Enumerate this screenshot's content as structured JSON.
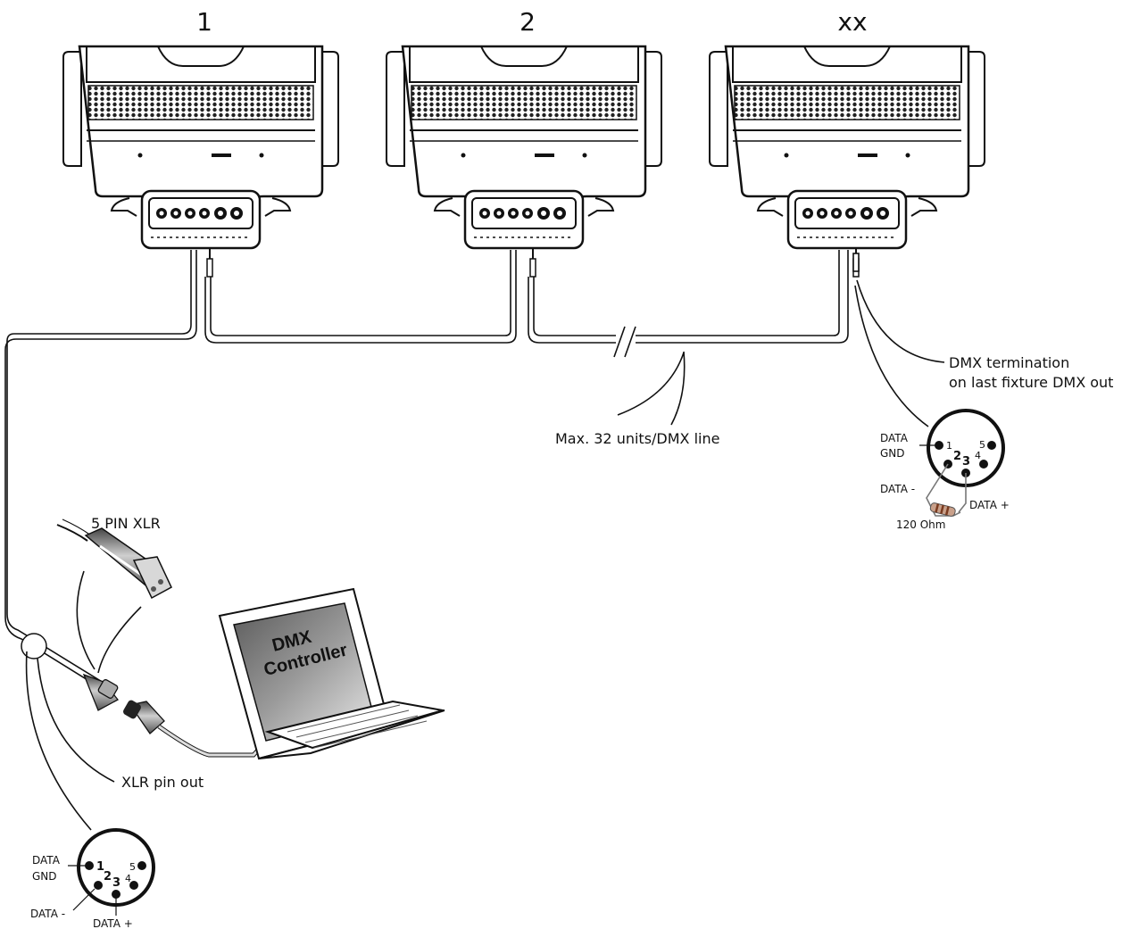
{
  "fixtures": [
    {
      "number": "1"
    },
    {
      "number": "2"
    },
    {
      "number": "xx"
    }
  ],
  "labels": {
    "max_units": "Max. 32 units/DMX line",
    "termination_line1": "DMX termination",
    "termination_line2": "on last fixture DMX out",
    "connector_type": "5 PIN XLR",
    "xlr_pinout": "XLR pin out",
    "controller_line1": "DMX",
    "controller_line2": "Controller"
  },
  "pinout_termination": {
    "data_gnd_line1": "DATA",
    "data_gnd_line2": "GND",
    "data_minus": "DATA -",
    "data_plus": "DATA +",
    "resistor": "120 Ohm",
    "pins": [
      "1",
      "2",
      "3",
      "4",
      "5"
    ]
  },
  "pinout_controller": {
    "data_gnd_line1": "DATA",
    "data_gnd_line2": "GND",
    "data_minus": "DATA -",
    "data_plus": "DATA +",
    "pins": [
      "1",
      "2",
      "3",
      "4",
      "5"
    ]
  }
}
